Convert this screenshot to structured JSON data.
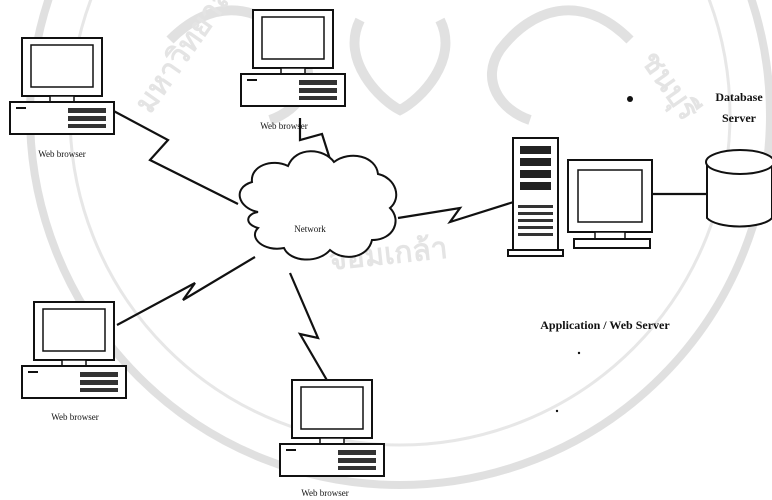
{
  "watermark": {
    "text_left": "มหาวิทยาลัยราชภัฏ",
    "text_bottom": "จอมเกล้า",
    "text_right": "ชนบุรี",
    "color": "#cfcfcf"
  },
  "diagram": {
    "network_label": "Network",
    "clients": [
      {
        "label": "Web browser"
      },
      {
        "label": "Web browser"
      },
      {
        "label": "Web browser"
      },
      {
        "label": "Web browser"
      }
    ],
    "app_server_label": "Application / Web Server",
    "db_label_line1": "Database",
    "db_label_line2": "Server"
  }
}
